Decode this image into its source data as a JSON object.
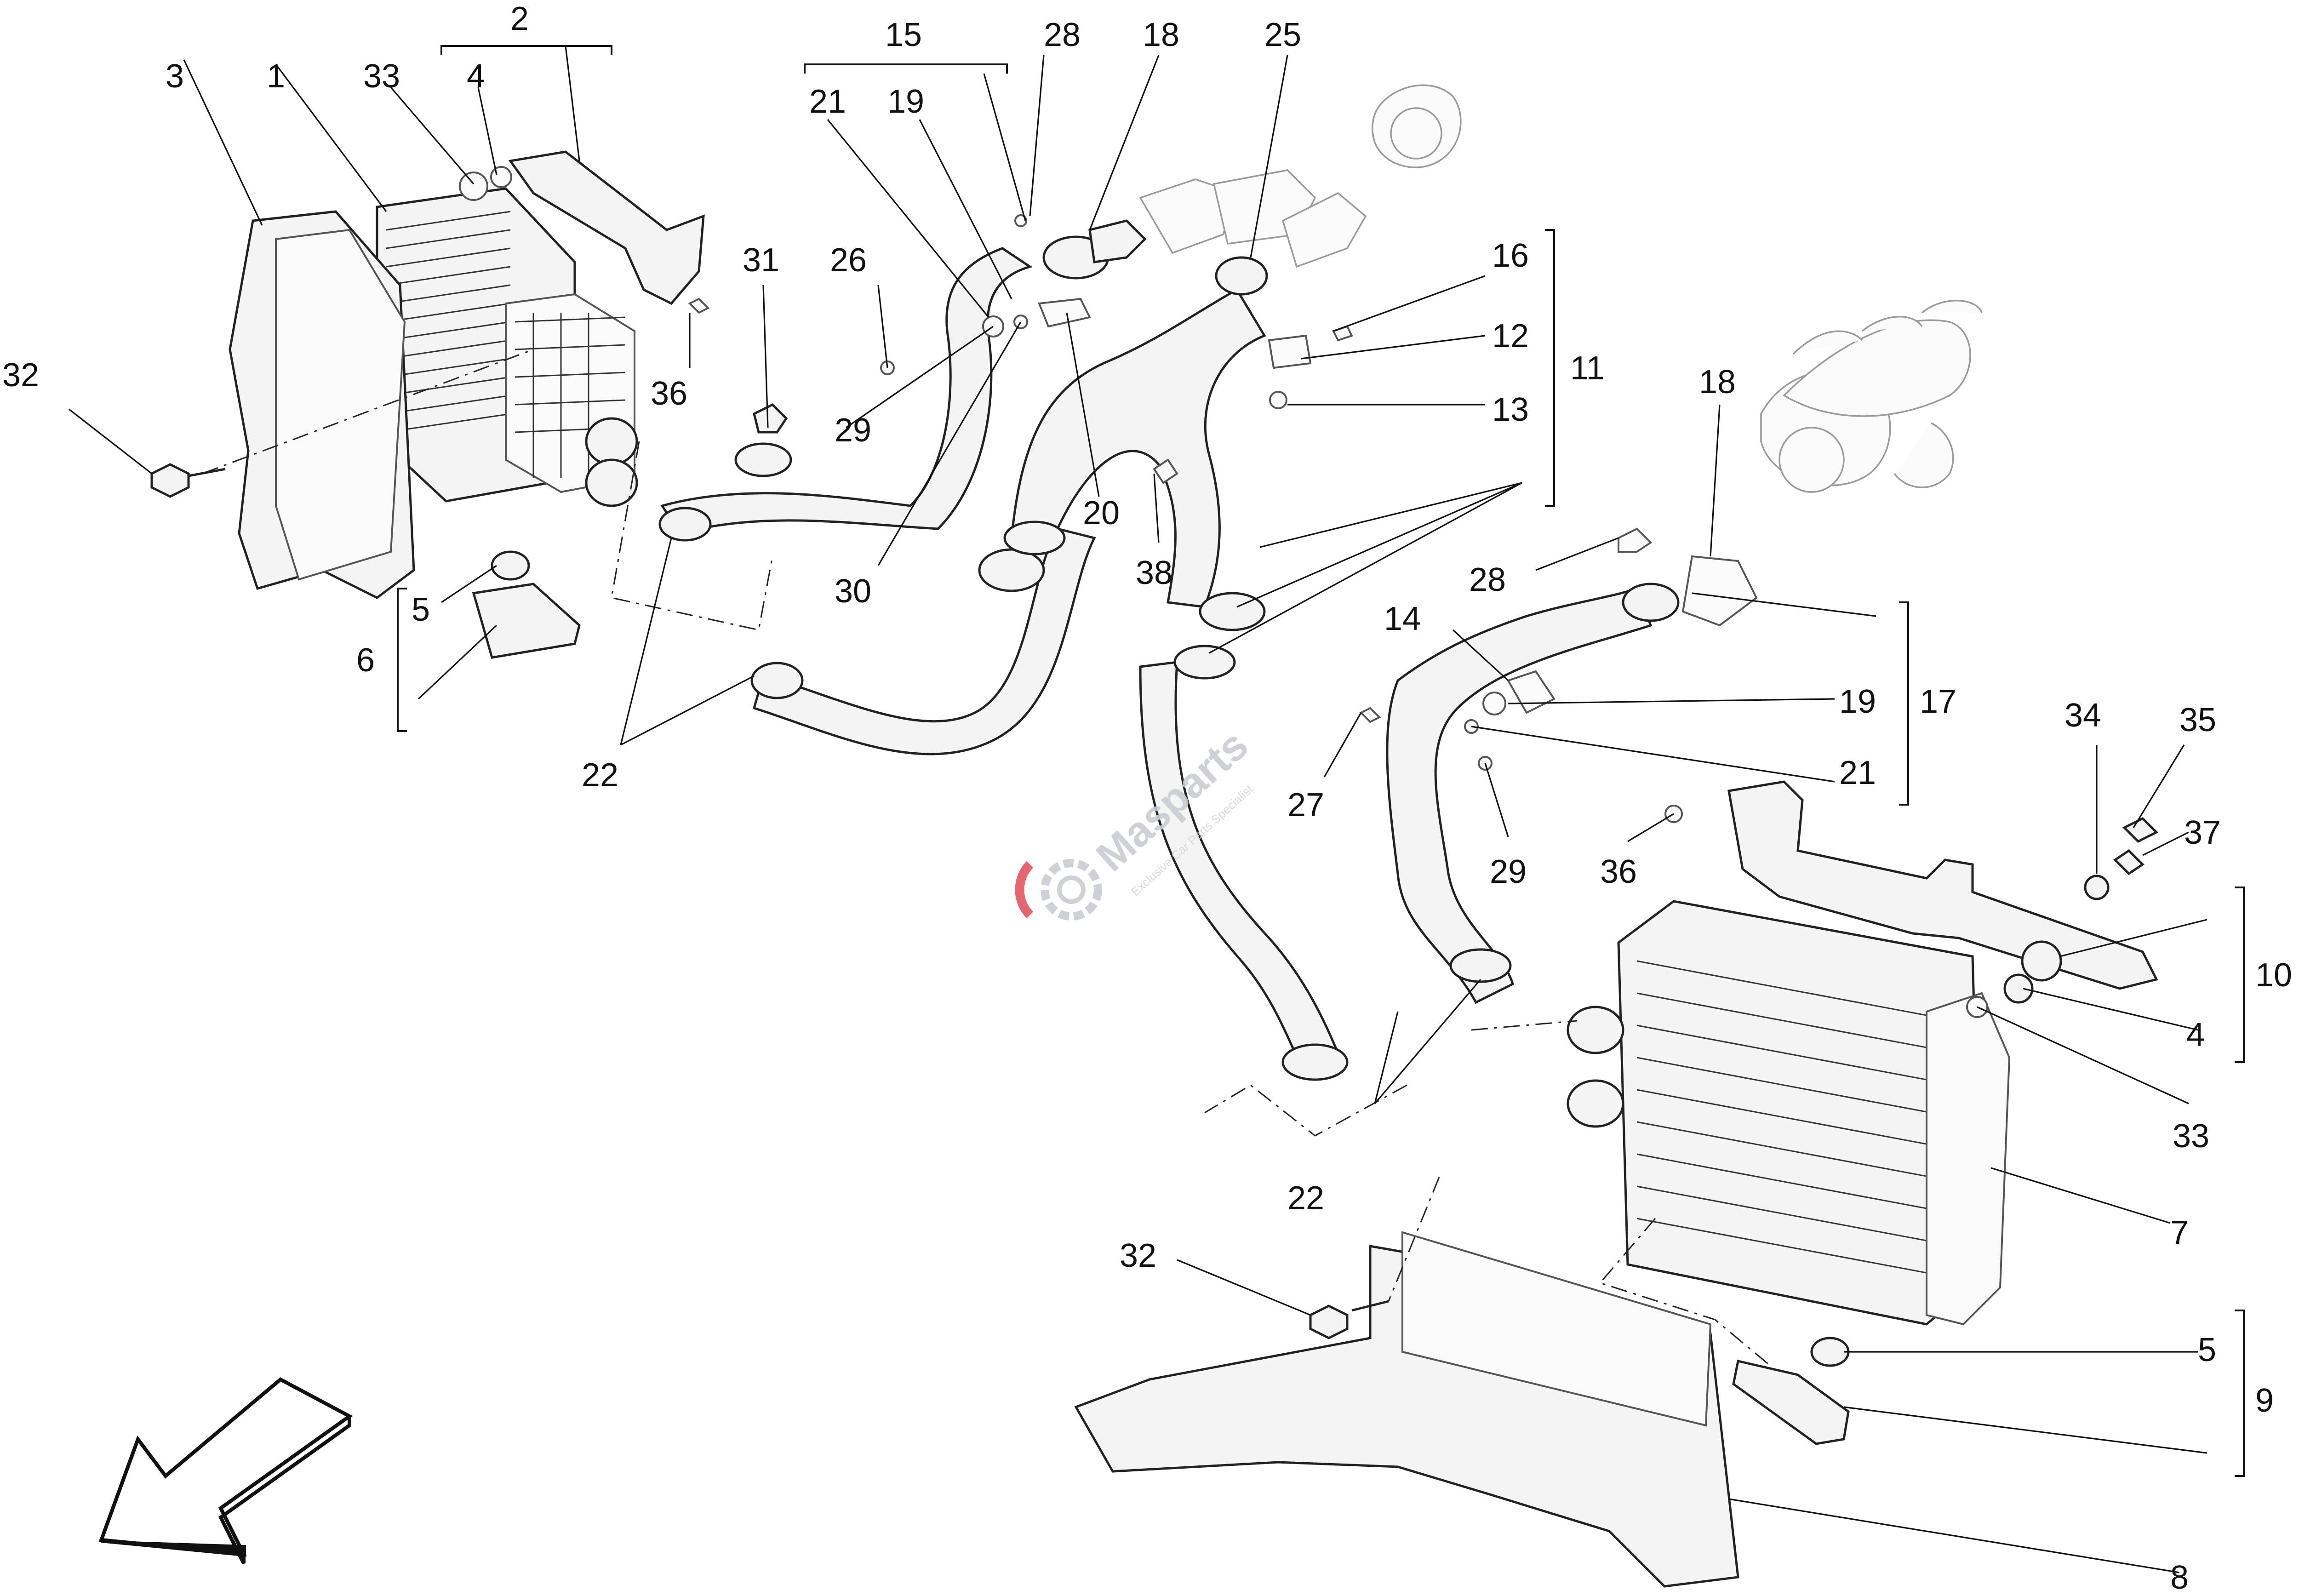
{
  "watermark": {
    "brand": "Masparts",
    "tagline": "Exclusive Car Parts Specialist",
    "accent_color": "#e05560",
    "gear_color": "#c9cdd3"
  },
  "callouts": {
    "n1": "1",
    "n2": "2",
    "n3": "3",
    "n4a": "4",
    "n33a": "33",
    "n32a": "32",
    "n36a": "36",
    "n5a": "5",
    "n6": "6",
    "n22a": "22",
    "n31": "31",
    "n26": "26",
    "n29a": "29",
    "n30": "30",
    "n15": "15",
    "n21a": "21",
    "n19a": "19",
    "n28a": "28",
    "n18a": "18",
    "n25": "25",
    "n20": "20",
    "n38": "38",
    "n16": "16",
    "n12": "12",
    "n13": "13",
    "n11": "11",
    "n18b": "18",
    "n28b": "28",
    "n14": "14",
    "n19b": "19",
    "n17": "17",
    "n21b": "21",
    "n27": "27",
    "n29b": "29",
    "n36b": "36",
    "n34": "34",
    "n35": "35",
    "n37": "37",
    "n10": "10",
    "n4b": "4",
    "n33b": "33",
    "n7": "7",
    "n22b": "22",
    "n32b": "32",
    "n5b": "5",
    "n9": "9",
    "n8": "8"
  }
}
